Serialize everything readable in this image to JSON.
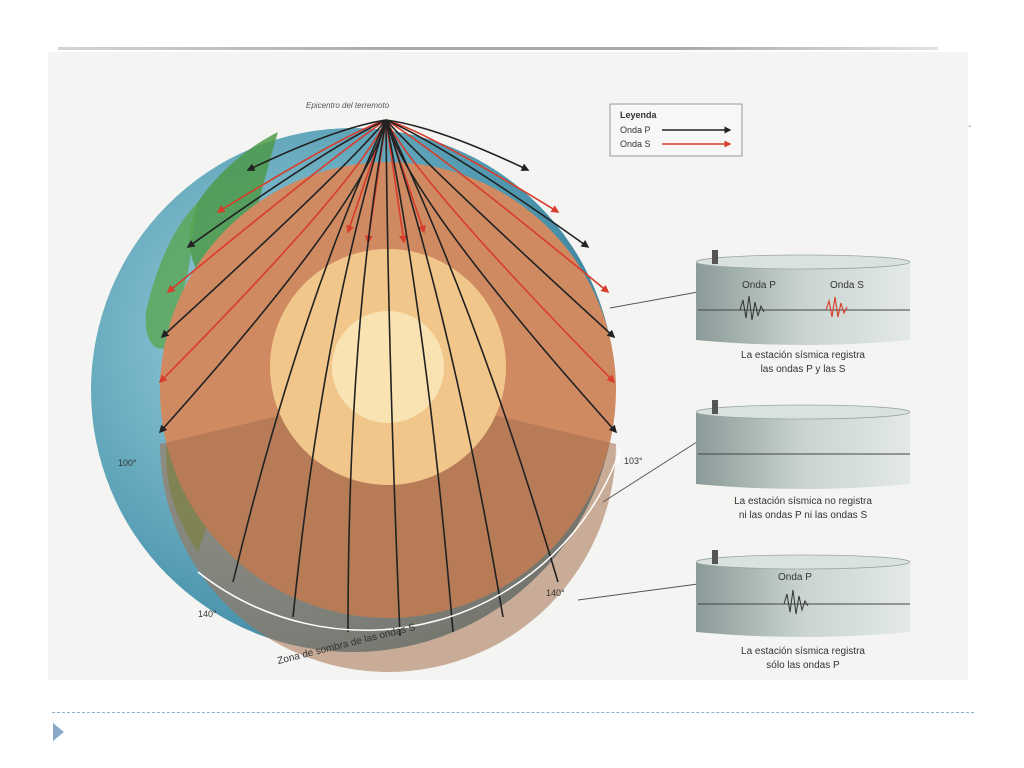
{
  "figure": {
    "epicenter_label": "Epicentro del terremoto",
    "legend": {
      "title": "Leyenda",
      "p_wave": "Onda P",
      "s_wave": "Onda S",
      "p_color": "#222222",
      "s_color": "#d83c2a"
    },
    "angles": {
      "a100_left": "100°",
      "a103_right": "103°",
      "a140_left": "140°",
      "a140_right": "140°"
    },
    "shadow_zone": "Zona de sombra de las ondas S",
    "stations": [
      {
        "wave_labels": [
          "Onda P",
          "Onda S"
        ],
        "caption_line1": "La estación sísmica registra",
        "caption_line2": "las ondas P y las S"
      },
      {
        "wave_labels": [],
        "caption_line1": "La estación sísmica no registra",
        "caption_line2": "ni las ondas P ni las ondas S"
      },
      {
        "wave_labels": [
          "Onda P"
        ],
        "caption_line1": "La estación sísmica registra",
        "caption_line2": "sólo las ondas P"
      }
    ],
    "colors": {
      "mantle": "#cf8a62",
      "mantle_dark": "#a5704e",
      "outer_core": "#f1c68a",
      "inner_core": "#f9e3b3",
      "ocean": "#74b6c9",
      "land": "#4f9a4a"
    }
  }
}
